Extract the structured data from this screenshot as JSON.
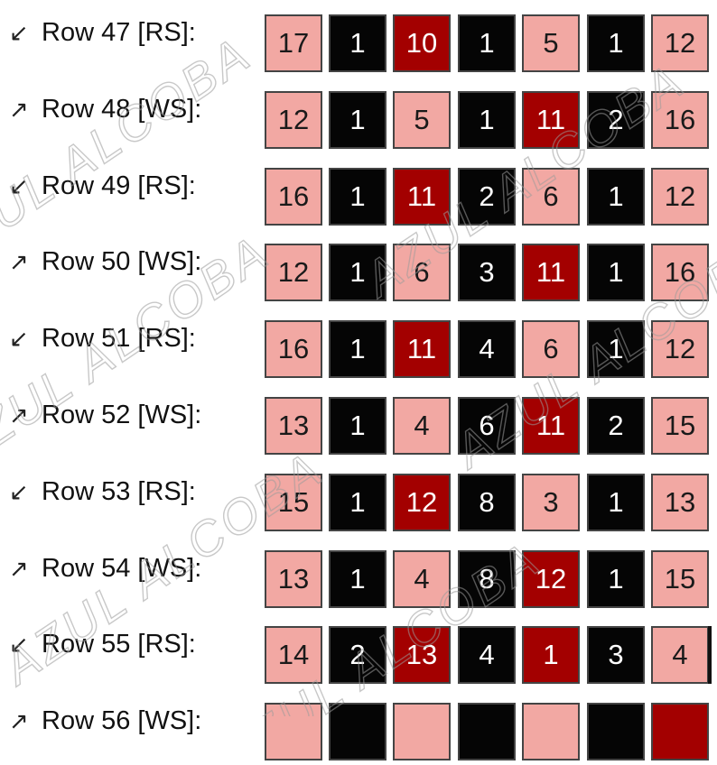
{
  "colors": {
    "pink": "#f2a8a3",
    "black": "#050505",
    "red": "#a30000"
  },
  "watermark": "AZUL ALCOBA",
  "rows": [
    {
      "arrow": "↙",
      "arrow_icon": "arrow-down-left-icon",
      "label": "Row 47 [RS]:",
      "cells": [
        {
          "v": "17",
          "c": "pink"
        },
        {
          "v": "1",
          "c": "black"
        },
        {
          "v": "10",
          "c": "red"
        },
        {
          "v": "1",
          "c": "black"
        },
        {
          "v": "5",
          "c": "pink"
        },
        {
          "v": "1",
          "c": "black"
        },
        {
          "v": "12",
          "c": "pink"
        }
      ]
    },
    {
      "arrow": "↗",
      "arrow_icon": "arrow-up-right-icon",
      "label": "Row 48 [WS]:",
      "cells": [
        {
          "v": "12",
          "c": "pink"
        },
        {
          "v": "1",
          "c": "black"
        },
        {
          "v": "5",
          "c": "pink"
        },
        {
          "v": "1",
          "c": "black"
        },
        {
          "v": "11",
          "c": "red"
        },
        {
          "v": "2",
          "c": "black"
        },
        {
          "v": "16",
          "c": "pink"
        }
      ]
    },
    {
      "arrow": "↙",
      "arrow_icon": "arrow-down-left-icon",
      "label": "Row 49 [RS]:",
      "cells": [
        {
          "v": "16",
          "c": "pink"
        },
        {
          "v": "1",
          "c": "black"
        },
        {
          "v": "11",
          "c": "red"
        },
        {
          "v": "2",
          "c": "black"
        },
        {
          "v": "6",
          "c": "pink"
        },
        {
          "v": "1",
          "c": "black"
        },
        {
          "v": "12",
          "c": "pink"
        }
      ]
    },
    {
      "arrow": "↗",
      "arrow_icon": "arrow-up-right-icon",
      "label": "Row 50 [WS]:",
      "cells": [
        {
          "v": "12",
          "c": "pink"
        },
        {
          "v": "1",
          "c": "black"
        },
        {
          "v": "6",
          "c": "pink"
        },
        {
          "v": "3",
          "c": "black"
        },
        {
          "v": "11",
          "c": "red"
        },
        {
          "v": "1",
          "c": "black"
        },
        {
          "v": "16",
          "c": "pink"
        }
      ]
    },
    {
      "arrow": "↙",
      "arrow_icon": "arrow-down-left-icon",
      "label": "Row 51 [RS]:",
      "cells": [
        {
          "v": "16",
          "c": "pink"
        },
        {
          "v": "1",
          "c": "black"
        },
        {
          "v": "11",
          "c": "red"
        },
        {
          "v": "4",
          "c": "black"
        },
        {
          "v": "6",
          "c": "pink"
        },
        {
          "v": "1",
          "c": "black"
        },
        {
          "v": "12",
          "c": "pink"
        }
      ]
    },
    {
      "arrow": "↗",
      "arrow_icon": "arrow-up-right-icon",
      "label": "Row 52 [WS]:",
      "cells": [
        {
          "v": "13",
          "c": "pink"
        },
        {
          "v": "1",
          "c": "black"
        },
        {
          "v": "4",
          "c": "pink"
        },
        {
          "v": "6",
          "c": "black"
        },
        {
          "v": "11",
          "c": "red"
        },
        {
          "v": "2",
          "c": "black"
        },
        {
          "v": "15",
          "c": "pink"
        }
      ]
    },
    {
      "arrow": "↙",
      "arrow_icon": "arrow-down-left-icon",
      "label": "Row 53 [RS]:",
      "cells": [
        {
          "v": "15",
          "c": "pink"
        },
        {
          "v": "1",
          "c": "black"
        },
        {
          "v": "12",
          "c": "red"
        },
        {
          "v": "8",
          "c": "black"
        },
        {
          "v": "3",
          "c": "pink"
        },
        {
          "v": "1",
          "c": "black"
        },
        {
          "v": "13",
          "c": "pink"
        }
      ]
    },
    {
      "arrow": "↗",
      "arrow_icon": "arrow-up-right-icon",
      "label": "Row 54 [WS]:",
      "cells": [
        {
          "v": "13",
          "c": "pink"
        },
        {
          "v": "1",
          "c": "black"
        },
        {
          "v": "4",
          "c": "pink"
        },
        {
          "v": "8",
          "c": "black"
        },
        {
          "v": "12",
          "c": "red"
        },
        {
          "v": "1",
          "c": "black"
        },
        {
          "v": "15",
          "c": "pink"
        }
      ]
    },
    {
      "arrow": "↙",
      "arrow_icon": "arrow-down-left-icon",
      "label": "Row 55 [RS]:",
      "cells": [
        {
          "v": "14",
          "c": "pink"
        },
        {
          "v": "2",
          "c": "black"
        },
        {
          "v": "13",
          "c": "red"
        },
        {
          "v": "4",
          "c": "black"
        },
        {
          "v": "1",
          "c": "red"
        },
        {
          "v": "3",
          "c": "black"
        },
        {
          "v": "4",
          "c": "pink"
        }
      ]
    },
    {
      "arrow": "↗",
      "arrow_icon": "arrow-up-right-icon",
      "label": "Row 56 [WS]:",
      "cells": [
        {
          "v": "",
          "c": "pink"
        },
        {
          "v": "",
          "c": "black"
        },
        {
          "v": "",
          "c": "pink"
        },
        {
          "v": "",
          "c": "black"
        },
        {
          "v": "",
          "c": "pink"
        },
        {
          "v": "",
          "c": "black"
        },
        {
          "v": "",
          "c": "red"
        }
      ]
    }
  ]
}
